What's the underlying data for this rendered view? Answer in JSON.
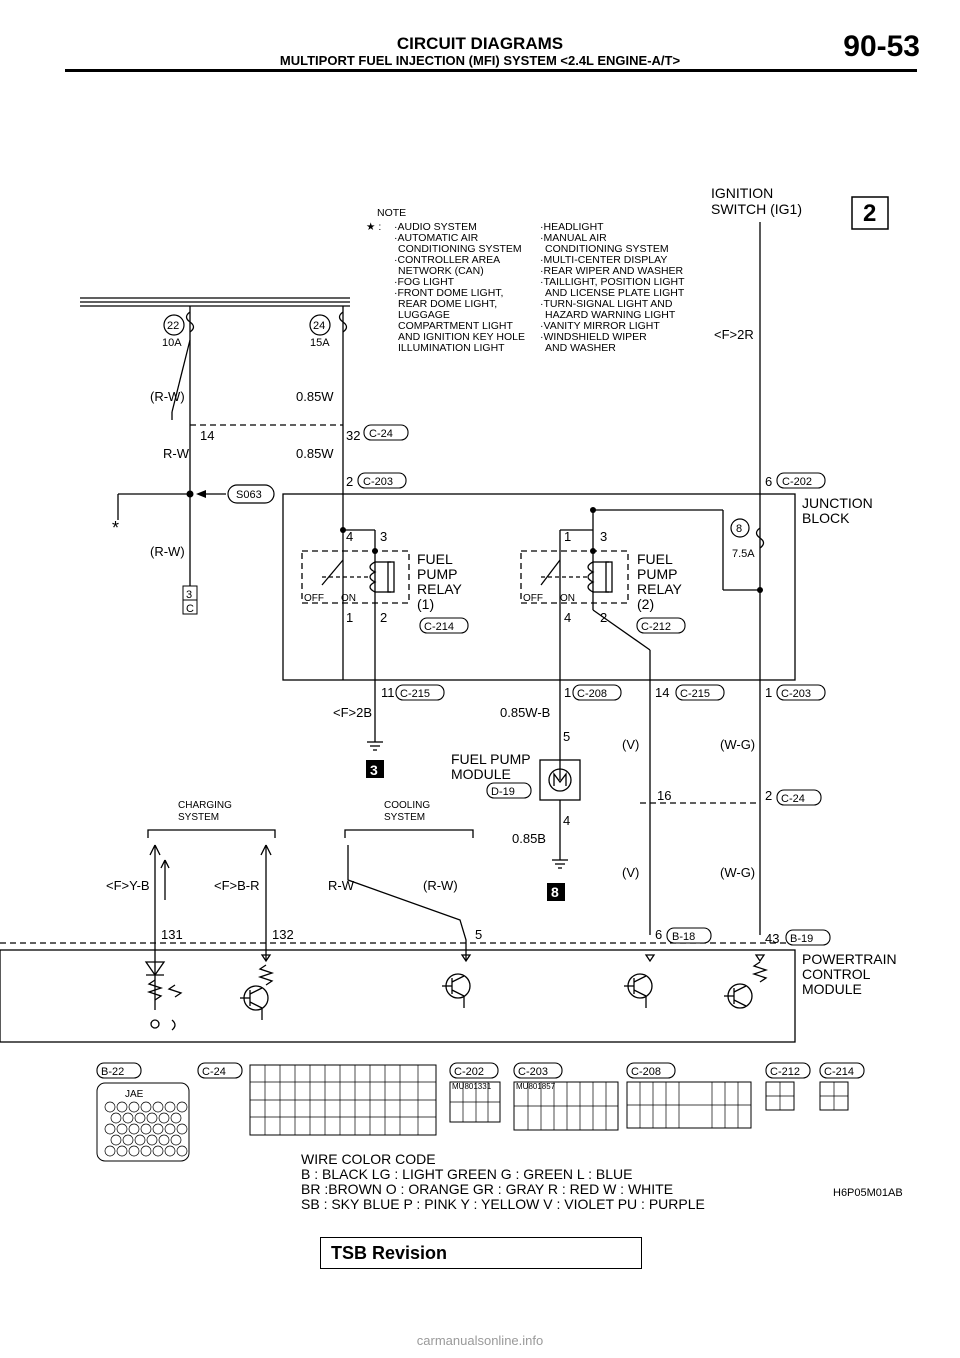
{
  "header": {
    "title": "CIRCUIT DIAGRAMS",
    "subtitle": "MULTIPORT FUEL INJECTION (MFI) SYSTEM <2.4L ENGINE-A/T>",
    "page_number": "90-53"
  },
  "note": {
    "heading": "NOTE",
    "marker": "★ :",
    "left_items": [
      "·AUDIO SYSTEM",
      "·AUTOMATIC AIR",
      "CONDITIONING SYSTEM",
      "·CONTROLLER AREA",
      "NETWORK (CAN)",
      "·FOG LIGHT",
      "·FRONT DOME LIGHT,",
      "REAR DOME LIGHT,",
      "LUGGAGE",
      "COMPARTMENT LIGHT",
      "AND IGNITION KEY HOLE",
      "ILLUMINATION LIGHT"
    ],
    "right_items": [
      "·HEADLIGHT",
      "·MANUAL AIR",
      "CONDITIONING SYSTEM",
      "·MULTI-CENTER DISPLAY",
      "·REAR WIPER AND WASHER",
      "·TAILLIGHT, POSITION LIGHT",
      "AND LICENSE PLATE LIGHT",
      "·TURN-SIGNAL LIGHT AND",
      "HAZARD WARNING LIGHT",
      "·VANITY MIRROR LIGHT",
      "·WINDSHIELD WIPER",
      "AND WASHER"
    ]
  },
  "diagram": {
    "ignition_switch": [
      "IGNITION",
      "SWITCH (IG1)"
    ],
    "page_ref": "2",
    "fuse_22": {
      "num": "22",
      "rating": "10A"
    },
    "fuse_24": {
      "num": "24",
      "rating": "15A"
    },
    "fuse_8": {
      "num": "8",
      "rating": "7.5A"
    },
    "ref_f2r": "<F>2R",
    "ref_f2b": "<F>2B",
    "ref_fyb": "<F>Y-B",
    "ref_fbr": "<F>B-R",
    "wire_rw_paren": "(R-W)",
    "wire_rw": "R-W",
    "wire_085w": "0.85W",
    "wire_085wb": "0.85W-B",
    "wire_085b": "0.85B",
    "wire_v": "(V)",
    "wire_wg": "(W-G)",
    "splice": "S063",
    "star": "*",
    "connector_3c_top": "3",
    "connector_3c_bot": "C",
    "pin_14": "14",
    "pin_32": "32",
    "pin_2": "2",
    "pin_6": "6",
    "pin_4": "4",
    "pin_3": "3",
    "pin_1": "1",
    "pin_11": "11",
    "pin_5": "5",
    "pin_16": "16",
    "pin_43": "43",
    "pin_131": "131",
    "pin_132": "132",
    "conn_c24": "C-24",
    "conn_c203": "C-203",
    "conn_c202": "C-202",
    "conn_c214": "C-214",
    "conn_c212": "C-212",
    "conn_c215": "C-215",
    "conn_c208": "C-208",
    "conn_d19": "D-19",
    "conn_b18": "B-18",
    "conn_b19": "B-19",
    "conn_b22": "B-22",
    "junction_block": [
      "JUNCTION",
      "BLOCK"
    ],
    "relay1": [
      "FUEL",
      "PUMP",
      "RELAY",
      "(1)"
    ],
    "relay2": [
      "FUEL",
      "PUMP",
      "RELAY",
      "(2)"
    ],
    "relay_off": "OFF",
    "relay_on": "ON",
    "fuel_pump_module": [
      "FUEL PUMP",
      "MODULE"
    ],
    "ground_3": "3",
    "ground_8": "8",
    "charging_system": [
      "CHARGING",
      "SYSTEM"
    ],
    "cooling_system": [
      "COOLING",
      "SYSTEM"
    ],
    "pcm": [
      "POWERTRAIN",
      "CONTROL",
      "MODULE"
    ],
    "conn_jae": "JAE",
    "part_mu801331": "MU801331",
    "part_mu801857": "MU801857",
    "diagram_code": "H6P05M01AB"
  },
  "wire_color_code": {
    "title": "WIRE COLOR CODE",
    "line1": "B : BLACK     LG : LIGHT GREEN     G : GREEN     L : BLUE",
    "line2": "BR :BROWN     O : ORANGE     GR : GRAY     R : RED     W : WHITE",
    "line3": "SB : SKY BLUE     P : PINK     Y : YELLOW     V : VIOLET     PU : PURPLE"
  },
  "tsb": {
    "label": "TSB Revision"
  },
  "footer": {
    "text": "carmanualsonline.info"
  }
}
